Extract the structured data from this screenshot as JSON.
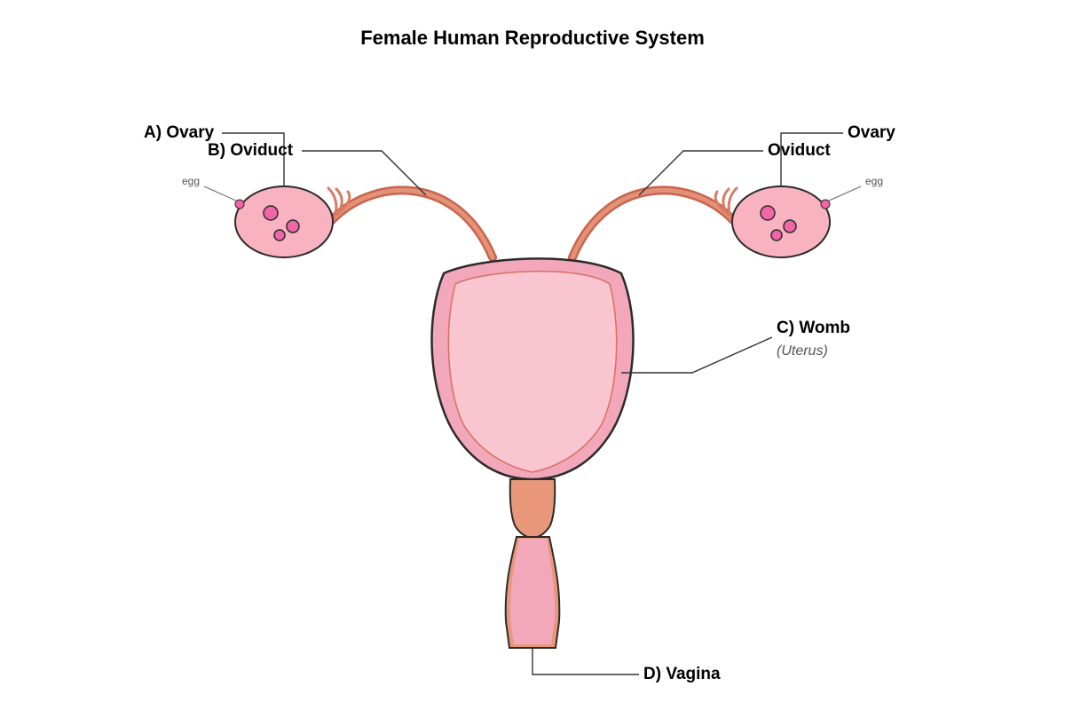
{
  "title": "Female Human Reproductive System",
  "labels": {
    "ovary_left": "A) Ovary",
    "oviduct_left": "B) Oviduct",
    "ovary_right": "Ovary",
    "oviduct_right": "Oviduct",
    "womb": "C) Womb",
    "womb_sub": "(Uterus)",
    "vagina": "D) Vagina",
    "egg_left": "egg",
    "egg_right": "egg"
  },
  "colors": {
    "outline": "#2b2b2b",
    "ovary_fill": "#f9b3c0",
    "follicle_fill": "#f066a9",
    "tube": "#d97b62",
    "uterus_outer": "#f2a7ba",
    "uterus_inner": "#f8c5d0",
    "uterus_lining": "#d9705e",
    "cervix": "#e8977a",
    "vagina_fill": "#f2a7ba"
  }
}
